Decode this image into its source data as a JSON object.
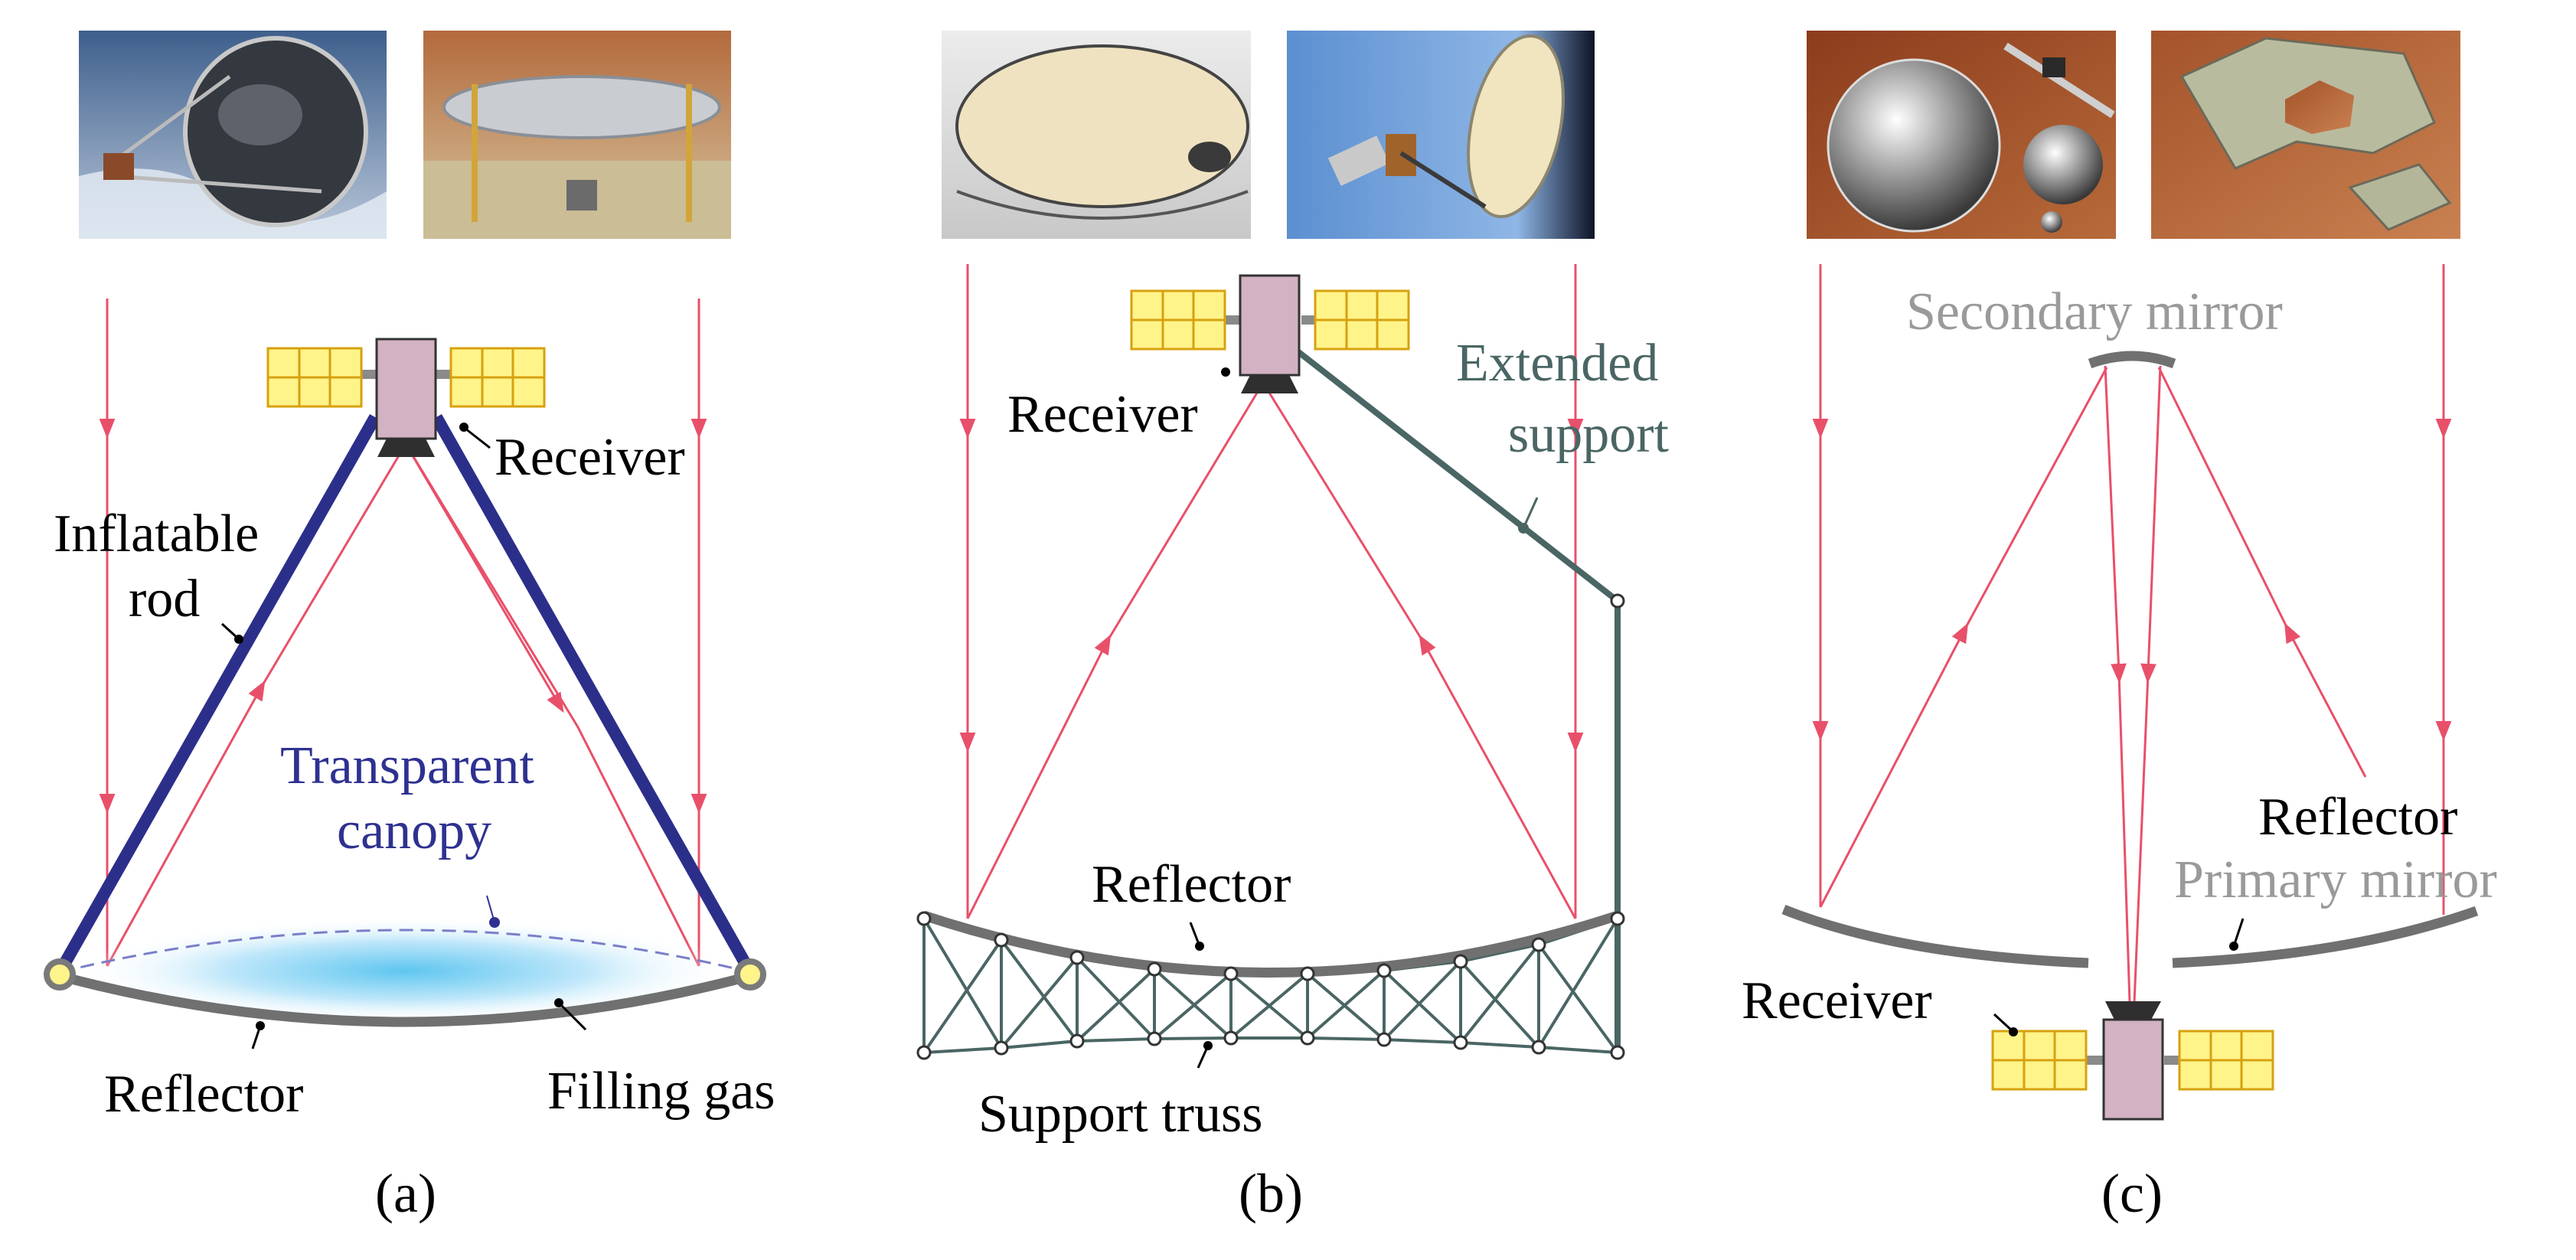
{
  "colors": {
    "ray": "#e8506a",
    "rod": "#2b2f8a",
    "truss": "#4a6664",
    "reflector": "#707070",
    "gray_text": "#9a9a9a",
    "panel_fill": "#fff48a",
    "panel_stroke": "#d7a10f",
    "body_fill": "#d2b2c3",
    "canopy_label": "#2e3190",
    "gas": "#78cdf0"
  },
  "panel_a": {
    "photos": [
      {
        "icon": "inflatable-antenna-in-orbit-photo"
      },
      {
        "icon": "inflatable-reflector-lab-photo"
      }
    ],
    "labels": {
      "receiver": "Receiver",
      "rod_line1": "Inflatable",
      "rod_line2": "rod",
      "canopy_line1": "Transparent",
      "canopy_line2": "canopy",
      "reflector": "Reflector",
      "gas": "Filling gas"
    },
    "caption": "(a)"
  },
  "panel_b": {
    "photos": [
      {
        "icon": "truss-reflector-lab-photo"
      },
      {
        "icon": "deployed-reflector-in-orbit-photo"
      }
    ],
    "labels": {
      "receiver": "Receiver",
      "support_line1": "Extended",
      "support_line2": "support",
      "reflector": "Reflector",
      "truss": "Support truss"
    },
    "caption": "(b)"
  },
  "panel_c": {
    "photos": [
      {
        "icon": "polished-mirror-shells-photo"
      },
      {
        "icon": "segmented-mirror-panels-photo"
      }
    ],
    "labels": {
      "secondary": "Secondary mirror",
      "reflector": "Reflector",
      "primary": "Primary mirror",
      "receiver": "Receiver"
    },
    "caption": "(c)"
  }
}
